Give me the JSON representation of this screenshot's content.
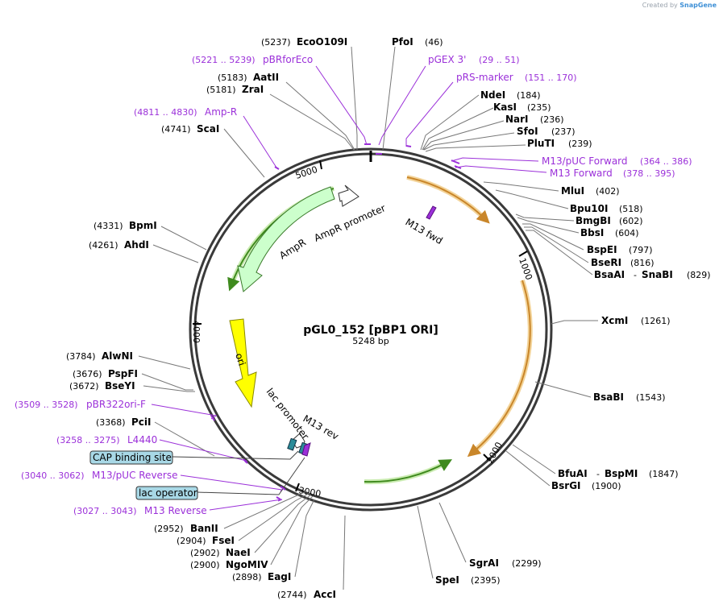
{
  "credit": {
    "prefix": "Created by",
    "brand": "SnapGene"
  },
  "plasmid": {
    "name": "pGL0_152 [pBP1 ORI]",
    "length_label": "5248 bp",
    "length": 5248
  },
  "ticks": [
    {
      "label": "1000",
      "pos": 1000
    },
    {
      "label": "2000",
      "pos": 2000
    },
    {
      "label": "3000",
      "pos": 3000
    },
    {
      "label": "4000",
      "pos": 4000
    },
    {
      "label": "5000",
      "pos": 5000
    }
  ],
  "enzymes": [
    {
      "name": "EcoO109I",
      "pos": "(5237)"
    },
    {
      "name": "PfoI",
      "pos": "(46)"
    },
    {
      "name": "AatII",
      "pos": "(5183)"
    },
    {
      "name": "ZraI",
      "pos": "(5181)"
    },
    {
      "name": "NdeI",
      "pos": "(184)"
    },
    {
      "name": "KasI",
      "pos": "(235)"
    },
    {
      "name": "NarI",
      "pos": "(236)"
    },
    {
      "name": "SfoI",
      "pos": "(237)"
    },
    {
      "name": "PluTI",
      "pos": "(239)"
    },
    {
      "name": "ScaI",
      "pos": "(4741)"
    },
    {
      "name": "MluI",
      "pos": "(402)"
    },
    {
      "name": "Bpu10I",
      "pos": "(518)"
    },
    {
      "name": "BmgBI",
      "pos": "(602)"
    },
    {
      "name": "BbsI",
      "pos": "(604)"
    },
    {
      "name": "BpmI",
      "pos": "(4331)"
    },
    {
      "name": "AhdI",
      "pos": "(4261)"
    },
    {
      "name": "BspEI",
      "pos": "(797)"
    },
    {
      "name": "BseRI",
      "pos": "(816)"
    },
    {
      "name": "BsaAI",
      "pos": "",
      "pair_sep": "-",
      "pair_name": "SnaBI",
      "pair_pos": "(829)"
    },
    {
      "name": "XcmI",
      "pos": "(1261)"
    },
    {
      "name": "AlwNI",
      "pos": "(3784)"
    },
    {
      "name": "PspFI",
      "pos": "(3676)"
    },
    {
      "name": "BseYI",
      "pos": "(3672)"
    },
    {
      "name": "BsaBI",
      "pos": "(1543)"
    },
    {
      "name": "PciI",
      "pos": "(3368)"
    },
    {
      "name": "BfuAI",
      "pos": "",
      "pair_sep": "-",
      "pair_name": "BspMI",
      "pair_pos": "(1847)"
    },
    {
      "name": "BsrGI",
      "pos": "(1900)"
    },
    {
      "name": "BanII",
      "pos": "(2952)"
    },
    {
      "name": "FseI",
      "pos": "(2904)"
    },
    {
      "name": "NaeI",
      "pos": "(2902)"
    },
    {
      "name": "NgoMIV",
      "pos": "(2900)"
    },
    {
      "name": "EagI",
      "pos": "(2898)"
    },
    {
      "name": "AccI",
      "pos": "(2744)"
    },
    {
      "name": "SgrAI",
      "pos": "(2299)"
    },
    {
      "name": "SpeI",
      "pos": "(2395)"
    }
  ],
  "primers": [
    {
      "name": "pBRforEco",
      "range": "(5221 .. 5239)"
    },
    {
      "name": "pGEX 3'",
      "range": "(29 .. 51)"
    },
    {
      "name": "pRS-marker",
      "range": "(151 .. 170)"
    },
    {
      "name": "Amp-R",
      "range": "(4811 .. 4830)"
    },
    {
      "name": "M13/pUC Forward",
      "range": "(364 .. 386)"
    },
    {
      "name": "M13 Forward",
      "range": "(378 .. 395)"
    },
    {
      "name": "pBR322ori-F",
      "range": "(3509 .. 3528)"
    },
    {
      "name": "L4440",
      "range": "(3258 .. 3275)"
    },
    {
      "name": "M13/pUC Reverse",
      "range": "(3040 .. 3062)"
    },
    {
      "name": "M13 Reverse",
      "range": "(3027 .. 3043)"
    }
  ],
  "features": [
    {
      "name": "AmpR",
      "color": "#ccffcc"
    },
    {
      "name": "AmpR promoter",
      "color": "#ffffff"
    },
    {
      "name": "ori",
      "color": "#ffff00"
    },
    {
      "name": "lac promoter",
      "color": "#ffffff"
    },
    {
      "name": "M13 rev",
      "color": "#9b30d9"
    },
    {
      "name": "M13 fwd",
      "color": "#9b30d9"
    },
    {
      "name": "CAP binding site",
      "color": "#99ccdd"
    },
    {
      "name": "lac operator",
      "color": "#99ccdd"
    }
  ],
  "colors": {
    "backbone": "#3a3a3a",
    "primer": "#9b30d9",
    "orf_orange": "#e8a33d",
    "orf_green": "#66bb33",
    "box_fill": "#a8d8e6"
  }
}
